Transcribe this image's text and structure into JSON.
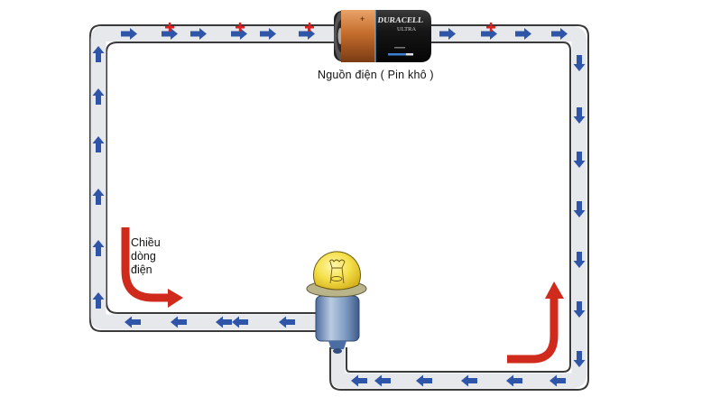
{
  "diagram": {
    "title": "Electric circuit showing current direction",
    "battery": {
      "label": "Nguồn điện ( Pin khô )",
      "brand": "DURACELL",
      "model": "ULTRA",
      "terminal_mark": "+"
    },
    "current_direction_label": [
      "Chiều",
      "dòng",
      "điện"
    ],
    "wire_polarity_mark": "+",
    "components": [
      "battery",
      "bulb",
      "wire"
    ],
    "colors": {
      "wire_fill": "#e6e8eb",
      "wire_outline": "#3a3a3a",
      "electron_arrow": "#2f55a8",
      "polarity_mark": "#e02020",
      "current_arrow": "#cf2a1b",
      "bulb_glass": "#f3df4a",
      "bulb_base": "#8ea8c8",
      "battery_copper": "#c9763a",
      "battery_black": "#151515"
    },
    "arrow_directions": {
      "top": "right",
      "right": "down",
      "bottom": "left",
      "left": "up"
    }
  }
}
